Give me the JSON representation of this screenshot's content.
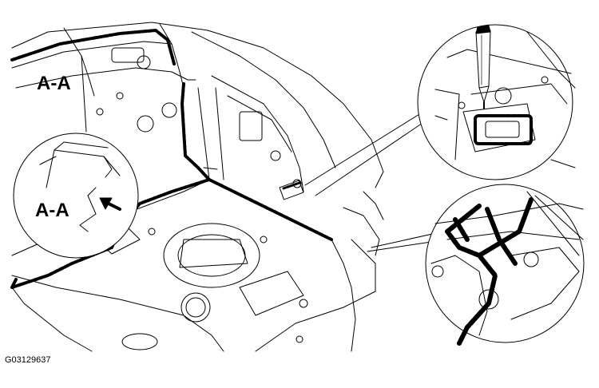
{
  "figure": {
    "section_label_top": "A-A",
    "section_label_detail": "A-A",
    "figure_id": "G03129637"
  },
  "icons": {
    "sealant_applicator": "sealant-applicator-icon",
    "direction_arrow": "arrow-icon"
  }
}
